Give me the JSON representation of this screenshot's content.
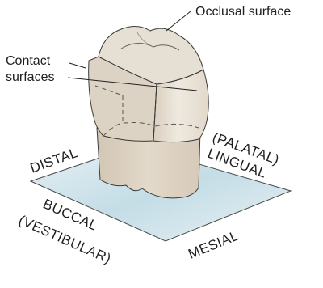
{
  "labels": {
    "occlusal": "Occlusal surface",
    "contact_line1": "Contact",
    "contact_line2": "surfaces",
    "distal": "DISTAL",
    "lingual_line1": "(PALATAL)",
    "lingual_line2": "LINGUAL",
    "buccal_line1": "BUCCAL",
    "buccal_line2": "(VESTIBULAR)",
    "mesial": "MESIAL"
  },
  "colors": {
    "plane_fill": "#cfe3ea",
    "crown_fill": "#e8e1d5",
    "crown_side": "#dcd2c2",
    "root_fill": "#ddd2c2",
    "outline": "#3a3a3a"
  }
}
